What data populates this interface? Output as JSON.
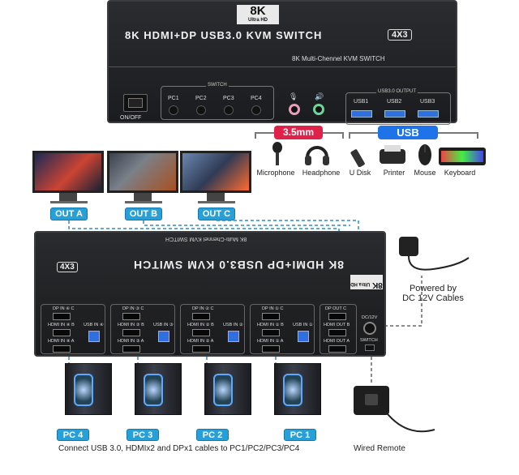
{
  "front_panel": {
    "logo_main": "8K",
    "logo_sub": "Ultra HD",
    "title": "8K HDMI+DP USB3.0 KVM SWITCH",
    "badge": "4X3",
    "subtitle": "8K Multi-Chennel KVM SWITCH",
    "onoff_label": "ON/OFF",
    "switch_label": "SWITCH",
    "pc_buttons": [
      "PC1",
      "PC2",
      "PC3",
      "PC4"
    ],
    "usb_output_label": "USB3.0 OUTPUT",
    "usb_ports": [
      "USB1",
      "USB2",
      "USB3"
    ]
  },
  "audio": {
    "pill": "3.5mm",
    "devices": [
      "Microphone",
      "Headphone"
    ]
  },
  "usb": {
    "pill": "USB",
    "devices": [
      "U Disk",
      "Printer",
      "Mouse",
      "Keyboard"
    ]
  },
  "outputs": [
    "OUT A",
    "OUT B",
    "OUT C"
  ],
  "back_panel": {
    "logo_main": "8K",
    "logo_sub": "Ultra HD",
    "title": "8K HDMI+DP USB3.0 KVM SWITCH",
    "badge": "4X3",
    "subtitle": "8K Multi-Chennel KVM SWITCH",
    "pc_panels": [
      {
        "dp": "DP IN ④ C",
        "hdmi_b": "HDMI IN ④ B",
        "hdmi_a": "HDMI IN ④ A",
        "usb": "USB IN ④"
      },
      {
        "dp": "DP IN ③ C",
        "hdmi_b": "HDMI IN ③ B",
        "hdmi_a": "HDMI IN ③ A",
        "usb": "USB IN ③"
      },
      {
        "dp": "DP IN ② C",
        "hdmi_b": "HDMI IN ② B",
        "hdmi_a": "HDMI IN ② A",
        "usb": "USB IN ②"
      },
      {
        "dp": "DP IN ① C",
        "hdmi_b": "HDMI IN ① B",
        "hdmi_a": "HDMI IN ① A",
        "usb": "USB IN ①"
      }
    ],
    "out_panel": {
      "dp": "DP OUT C",
      "hdmi_b": "HDMI OUT B",
      "hdmi_a": "HDMI OUT A"
    },
    "dc_label": "DC/12V",
    "switch_label": "SWITCH"
  },
  "power": {
    "caption_line1": "Powered by",
    "caption_line2": "DC 12V Cables"
  },
  "pcs": [
    "PC 4",
    "PC 3",
    "PC 2",
    "PC 1"
  ],
  "bottom_caption": "Connect USB 3.0, HDMIx2 and DPx1 cables to PC1/PC2/PC3/PC4",
  "remote_caption": "Wired Remote",
  "colors": {
    "pill_red": "#e0224a",
    "pill_blue": "#1e73e8",
    "badge_blue": "#27a0d8",
    "cable_blue": "#2e8bc6"
  }
}
